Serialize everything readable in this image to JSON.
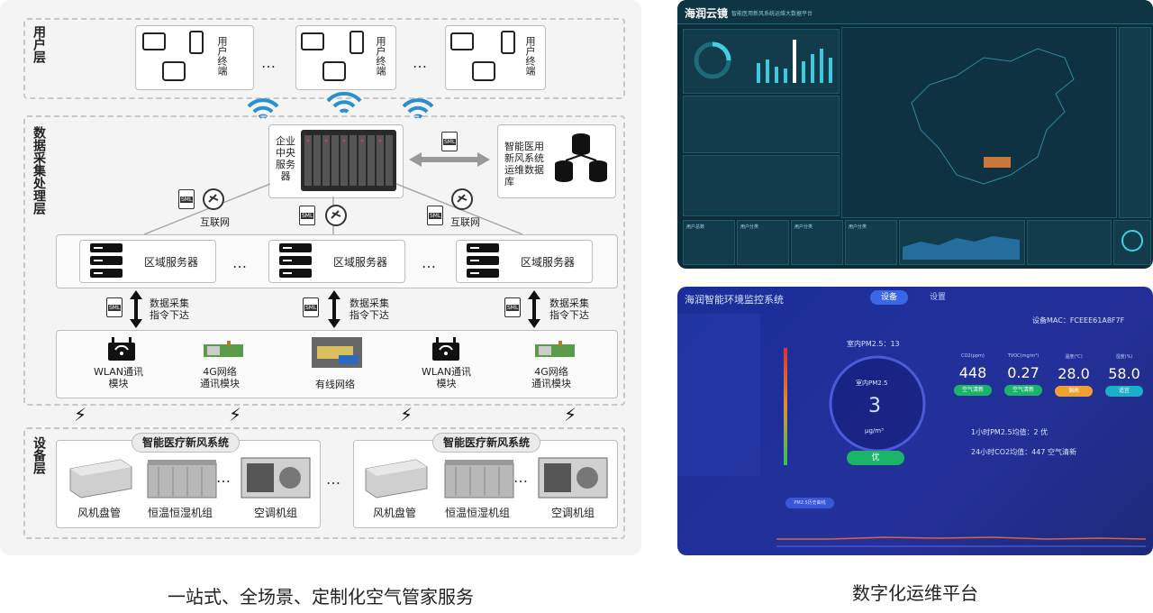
{
  "diagram": {
    "layers": {
      "user": "用户层",
      "data": "数据采集处理层",
      "device": "设备层"
    },
    "user_terminal_label": "用户终端",
    "ellipsis": "…",
    "central_server": "企业中央服务器",
    "database": "智能医用新风系统运维数据库",
    "internet": "互联网",
    "regional_server": "区域服务器",
    "data_collect": "数据采集\n指令下达",
    "modules": {
      "wlan": "WLAN通讯\n模块",
      "g4": "4G网络\n通讯模块",
      "wired": "有线网络"
    },
    "system_title": "智能医疗新风系统",
    "equipment": {
      "fan_coil": "风机盘管",
      "constant_temp": "恒温恒湿机组",
      "ac_unit": "空调机组"
    },
    "sml_tag": "SML"
  },
  "captions": {
    "left": "一站式、全场景、定制化空气管家服务",
    "right": "数字化运维平台"
  },
  "dashboard1": {
    "brand": "海润云镜",
    "subtitle": "智能医用新风系统运维大数据平台",
    "stat_labels": [
      "用户总数",
      "用户分类",
      "用户分类",
      "用户分类"
    ]
  },
  "dashboard2": {
    "title": "海润智能环境监控系统",
    "tabs": [
      "设备",
      "设置"
    ],
    "device_mac": "设备MAC：FCEEE61A8F7F",
    "indoor_pm": "室内PM2.5：13",
    "gauge_label": "室内PM2.5",
    "gauge_value": "3",
    "gauge_unit": "μg/m³",
    "gauge_status": "优",
    "metrics": [
      {
        "label": "CO2(ppm)",
        "value": "448",
        "status": "空气清新",
        "color": "#1bb56a"
      },
      {
        "label": "TVOC(mg/m³)",
        "value": "0.27",
        "status": "空气清新",
        "color": "#1bb56a"
      },
      {
        "label": "温度(℃)",
        "value": "28.0",
        "status": "偏高",
        "color": "#f0a030"
      },
      {
        "label": "湿度(%)",
        "value": "58.0",
        "status": "适宜",
        "color": "#19b0c8"
      }
    ],
    "line1": "1小时PM2.5均值：2 优",
    "line2": "24小时CO2均值：447 空气清新",
    "chart_tab": "PM2.5历史曲线"
  }
}
